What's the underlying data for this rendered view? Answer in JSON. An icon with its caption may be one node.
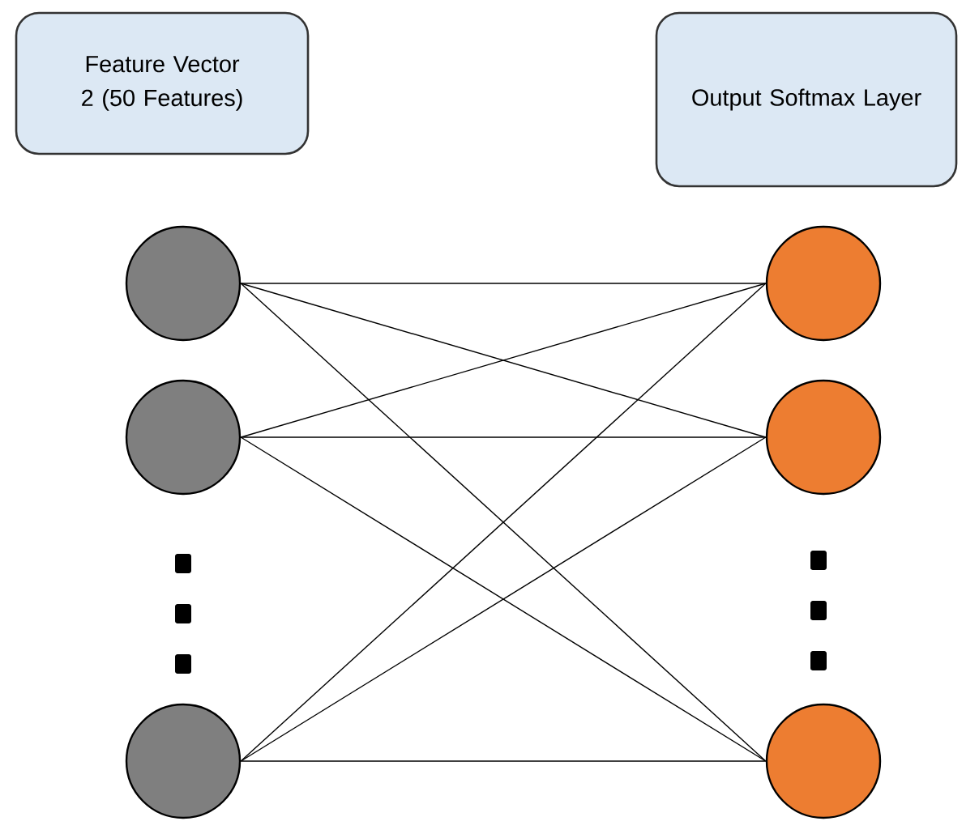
{
  "diagram": {
    "nodes": [
      {
        "text": [
          "Feature Vector 2 (50 Features)"
        ]
      },
      {
        "text": [
          "Output Softmax Layer"
        ]
      },
      {
        "text": [],
        "shape": "circle"
      },
      {
        "text": [],
        "shape": "circle"
      },
      {
        "text": [],
        "shape": "circle"
      },
      {
        "text": [],
        "shape": "circle"
      },
      {
        "text": [],
        "shape": "circle"
      },
      {
        "text": [],
        "shape": "circle"
      }
    ],
    "edges": [
      {
        "from": 2,
        "to": 5,
        "arrow": "none"
      },
      {
        "from": 2,
        "to": 6,
        "arrow": "none"
      },
      {
        "from": 2,
        "to": 7,
        "arrow": "none"
      },
      {
        "from": 3,
        "to": 5,
        "arrow": "none"
      },
      {
        "from": 3,
        "to": 6,
        "arrow": "none"
      },
      {
        "from": 3,
        "to": 7,
        "arrow": "none"
      },
      {
        "from": 4,
        "to": 5,
        "arrow": "none"
      },
      {
        "from": 4,
        "to": 6,
        "arrow": "none"
      },
      {
        "from": 4,
        "to": 7,
        "arrow": "none"
      }
    ]
  }
}
